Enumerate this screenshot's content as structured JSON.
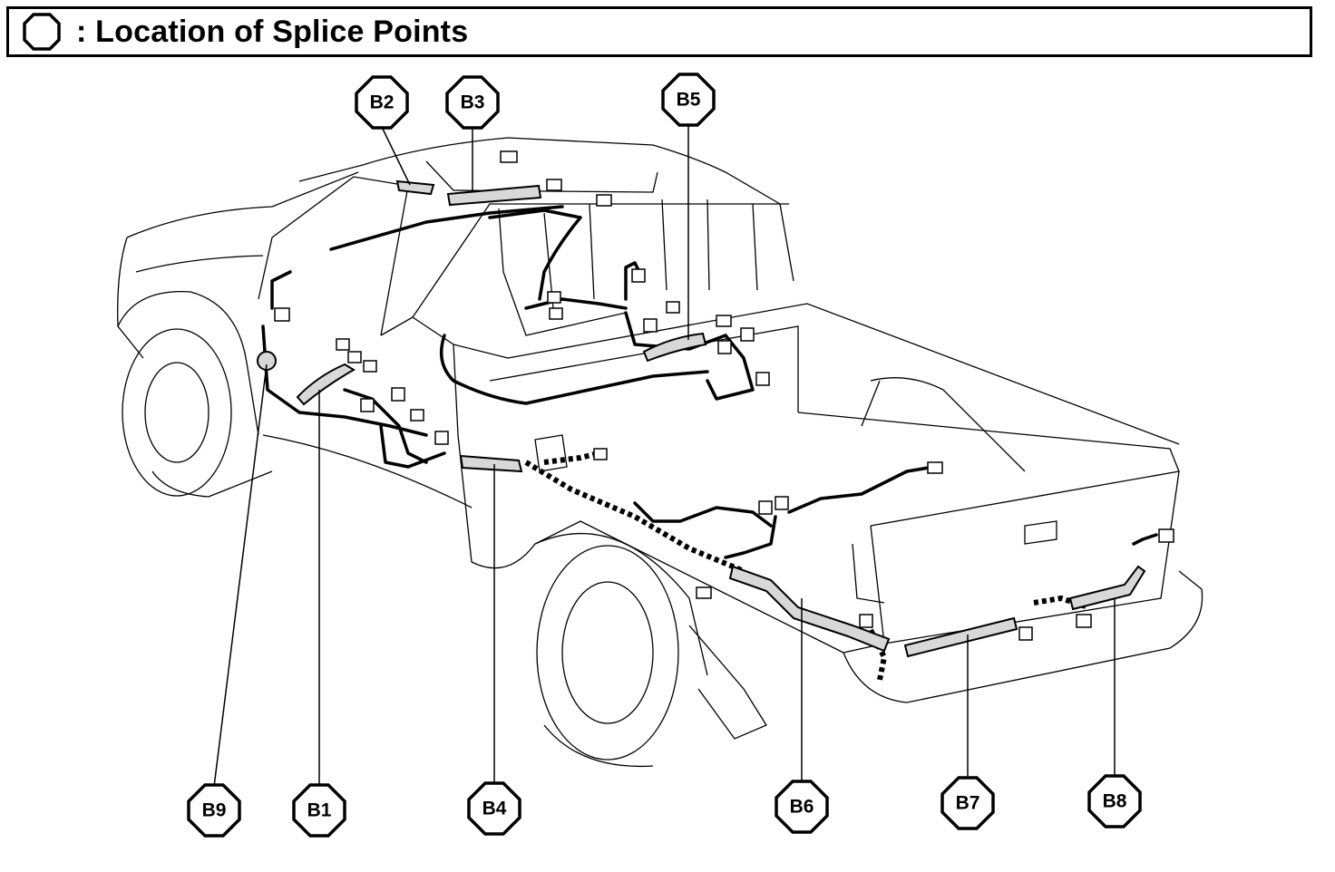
{
  "header": {
    "title": ": Location of Splice Points",
    "icon": "octagon-icon"
  },
  "splice_points": [
    {
      "id": "B1",
      "label": "B1"
    },
    {
      "id": "B2",
      "label": "B2"
    },
    {
      "id": "B3",
      "label": "B3"
    },
    {
      "id": "B4",
      "label": "B4"
    },
    {
      "id": "B5",
      "label": "B5"
    },
    {
      "id": "B6",
      "label": "B6"
    },
    {
      "id": "B7",
      "label": "B7"
    },
    {
      "id": "B8",
      "label": "B8"
    },
    {
      "id": "B9",
      "label": "B9"
    }
  ]
}
